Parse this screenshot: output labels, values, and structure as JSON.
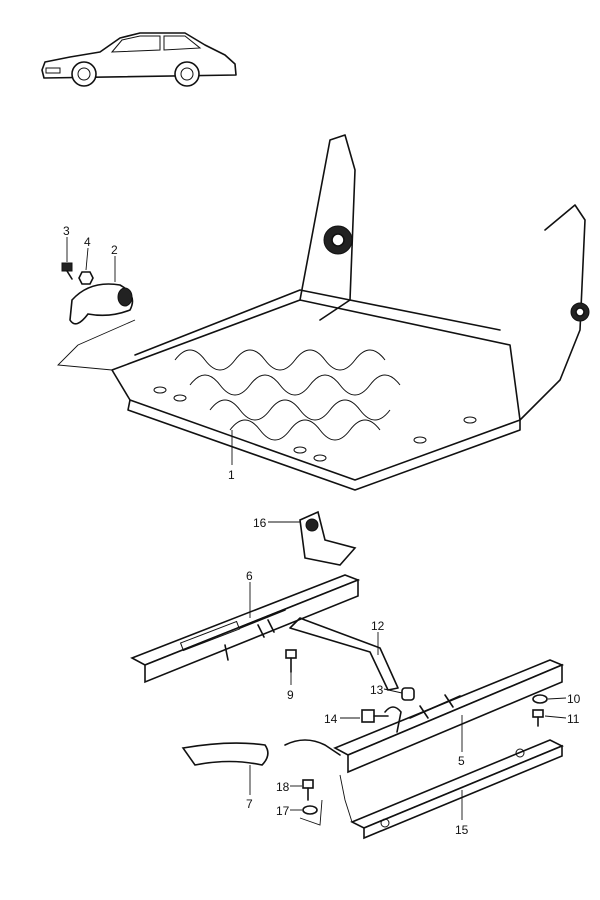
{
  "diagram": {
    "title_vehicle": "car-silhouette",
    "callouts": [
      {
        "id": "p1",
        "label": "1"
      },
      {
        "id": "p2",
        "label": "2"
      },
      {
        "id": "p3",
        "label": "3"
      },
      {
        "id": "p4",
        "label": "4"
      },
      {
        "id": "p5",
        "label": "5"
      },
      {
        "id": "p6",
        "label": "6"
      },
      {
        "id": "p7",
        "label": "7"
      },
      {
        "id": "p9",
        "label": "9"
      },
      {
        "id": "p10",
        "label": "10"
      },
      {
        "id": "p11",
        "label": "11"
      },
      {
        "id": "p12",
        "label": "12"
      },
      {
        "id": "p13",
        "label": "13"
      },
      {
        "id": "p14",
        "label": "14"
      },
      {
        "id": "p15",
        "label": "15"
      },
      {
        "id": "p16",
        "label": "16"
      },
      {
        "id": "p17",
        "label": "17"
      },
      {
        "id": "p18",
        "label": "18"
      }
    ]
  }
}
